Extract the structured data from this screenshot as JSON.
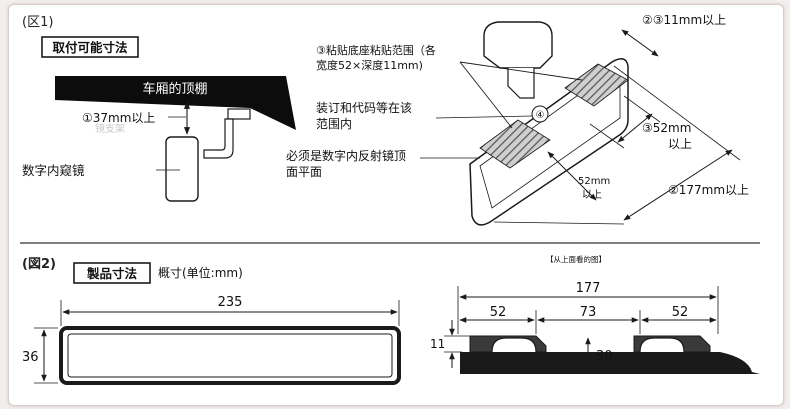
{
  "fig1": {
    "label": "(区1)",
    "title": "取付可能寸法",
    "ceiling_label": "车厢的顶棚",
    "ghost_text": "镜支架",
    "dim_37": "①37mm以上",
    "mirror_label": "数字内窥镜",
    "adhesive_note_1": "③粘贴底座粘贴范围（各",
    "adhesive_note_2": "宽度52×深度11mm)",
    "circle4": "④",
    "wiring_1": "装订和代码等在该",
    "wiring_2": "范围内",
    "face_1": "必须是数字内反射镜顶",
    "face_2": "面平面",
    "dim_11": "②③11mm以上",
    "dim_52a_1": "③52mm",
    "dim_52a_2": "以上",
    "dim_52b_1": "52mm",
    "dim_52b_2": "以上",
    "dim_177": "②177mm以上"
  },
  "fig2": {
    "label": "(図2)",
    "title": "製品寸法",
    "unit_note": "概寸(单位:mm)",
    "top_view_note": "【从上面看的图】",
    "width_235": "235",
    "height_36": "36",
    "width_177": "177",
    "seg_52_left": "52",
    "seg_73": "73",
    "seg_52_right": "52",
    "dim_11": "11",
    "dim_30": "30"
  },
  "colors": {
    "line": "#1a1a1a",
    "ceiling": "#0c0c0c",
    "hatch": "#6a6a6a",
    "separator": "#555555"
  }
}
